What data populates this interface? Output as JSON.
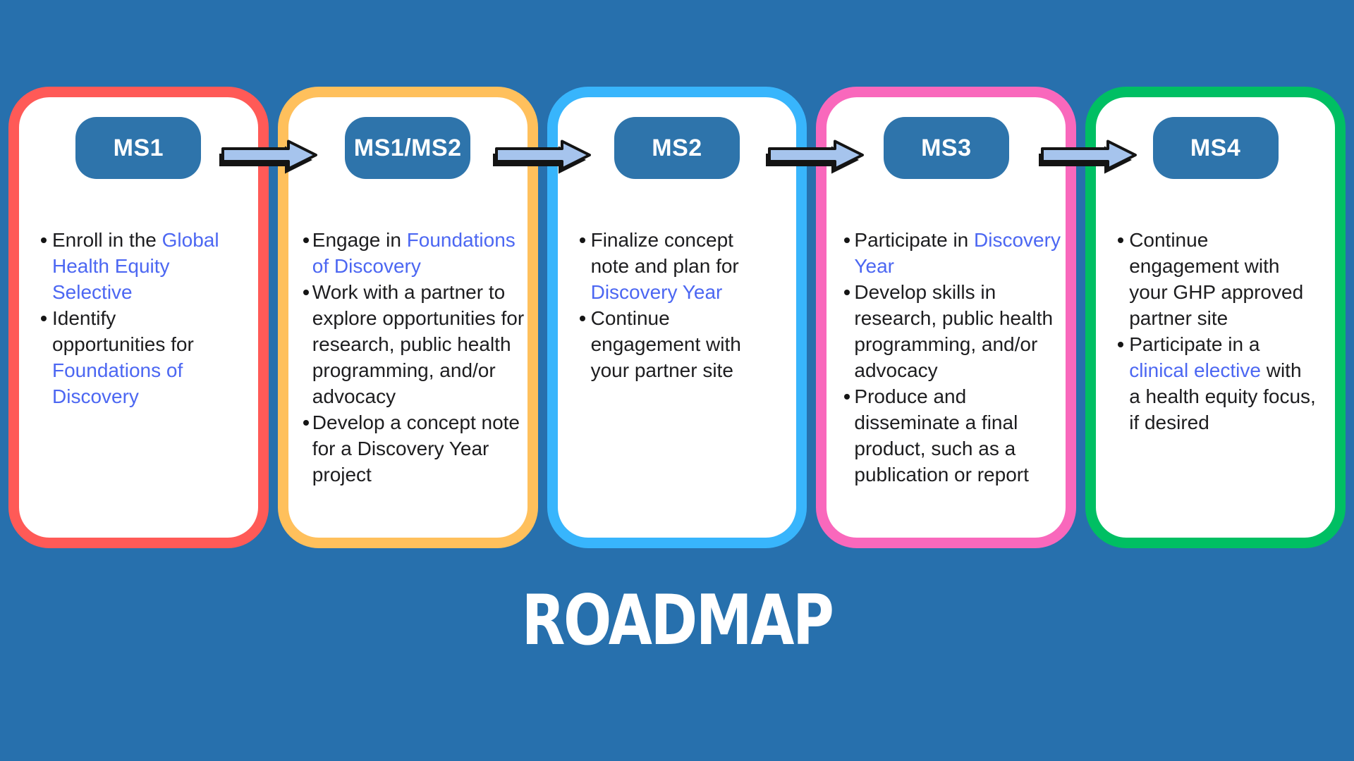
{
  "title": "ROADMAP",
  "colors": {
    "background": "#2770ad",
    "card_background": "#ffffff",
    "badge_background": "#2e74ab",
    "badge_text": "#ffffff",
    "body_text": "#1d1d1f",
    "link_text": "#4c67f2",
    "arrow_fill": "#a6c4ed",
    "arrow_outline": "#141414",
    "title_text": "#ffffff"
  },
  "arrows": [
    "right-arrow-icon",
    "right-arrow-icon",
    "right-arrow-icon",
    "right-arrow-icon"
  ],
  "cards": [
    {
      "badge": "MS1",
      "border_color": "#ff5a57",
      "bullets": [
        {
          "segments": [
            {
              "text": "Enroll in the ",
              "link": false
            },
            {
              "text": "Global Health Equity Selective",
              "link": true
            }
          ]
        },
        {
          "segments": [
            {
              "text": "Identify opportunities for ",
              "link": false
            },
            {
              "text": "Foundations of Discovery",
              "link": true
            }
          ]
        }
      ]
    },
    {
      "badge": "MS1/MS2",
      "border_color": "#ffc05c",
      "bullets": [
        {
          "segments": [
            {
              "text": "Engage in ",
              "link": false
            },
            {
              "text": "Foundations of Discovery",
              "link": true
            }
          ]
        },
        {
          "segments": [
            {
              "text": "Work with a partner to explore opportunities for research, public health programming, and/or advocacy",
              "link": false
            }
          ]
        },
        {
          "segments": [
            {
              "text": "Develop a concept note for a Discovery Year project",
              "link": false
            }
          ]
        }
      ]
    },
    {
      "badge": "MS2",
      "border_color": "#38b5fc",
      "bullets": [
        {
          "segments": [
            {
              "text": "Finalize concept note and plan for ",
              "link": false
            },
            {
              "text": "Discovery Year",
              "link": true
            }
          ]
        },
        {
          "segments": [
            {
              "text": "Continue engagement with your partner site",
              "link": false
            }
          ]
        }
      ]
    },
    {
      "badge": "MS3",
      "border_color": "#f968bc",
      "bullets": [
        {
          "segments": [
            {
              "text": "Participate in ",
              "link": false
            },
            {
              "text": "Discovery Year",
              "link": true
            }
          ]
        },
        {
          "segments": [
            {
              "text": "Develop skills in research, public health programming, and/or advocacy",
              "link": false
            }
          ]
        },
        {
          "segments": [
            {
              "text": "Produce and disseminate a final product, such as a publication or report",
              "link": false
            }
          ]
        }
      ]
    },
    {
      "badge": "MS4",
      "border_color": "#00bf63",
      "bullets": [
        {
          "segments": [
            {
              "text": "Continue engagement with your GHP approved partner site",
              "link": false
            }
          ]
        },
        {
          "segments": [
            {
              "text": "Participate in a ",
              "link": false
            },
            {
              "text": "clinical elective",
              "link": true
            },
            {
              "text": " with a health equity focus, if desired",
              "link": false
            }
          ]
        }
      ]
    }
  ]
}
